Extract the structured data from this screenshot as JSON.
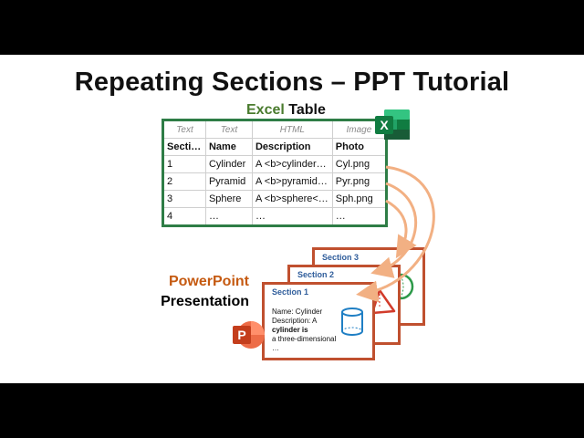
{
  "title": "Repeating Sections – PPT Tutorial",
  "excel": {
    "caption_brand": "Excel",
    "caption_rest": " Table",
    "icon_letter": "X",
    "types": [
      "Text",
      "Text",
      "HTML",
      "Image"
    ],
    "headers": [
      "Section",
      "Name",
      "Description",
      "Photo"
    ],
    "rows": [
      [
        "1",
        "Cylinder",
        "A <b>cylinder…",
        "Cyl.png"
      ],
      [
        "2",
        "Pyramid",
        "A <b>pyramid…",
        "Pyr.png"
      ],
      [
        "3",
        "Sphere",
        "A <b>sphere<…",
        "Sph.png"
      ],
      [
        "4",
        "…",
        "…",
        "…"
      ]
    ]
  },
  "powerpoint": {
    "caption_brand": "PowerPoint",
    "caption_rest": "Presentation",
    "icon_letter": "P"
  },
  "sections": [
    {
      "label": "Section 1",
      "lines": [
        "Name: Cylinder",
        "Description: A",
        "cylinder is",
        "a three-dimensional",
        "…"
      ]
    },
    {
      "label": "Section 2"
    },
    {
      "label": "Section 3"
    }
  ],
  "colors": {
    "excel_green": "#2e7d46",
    "ppt_orange": "#c0502f",
    "arrow": "#f2b083",
    "section_label": "#2f5d9b"
  }
}
